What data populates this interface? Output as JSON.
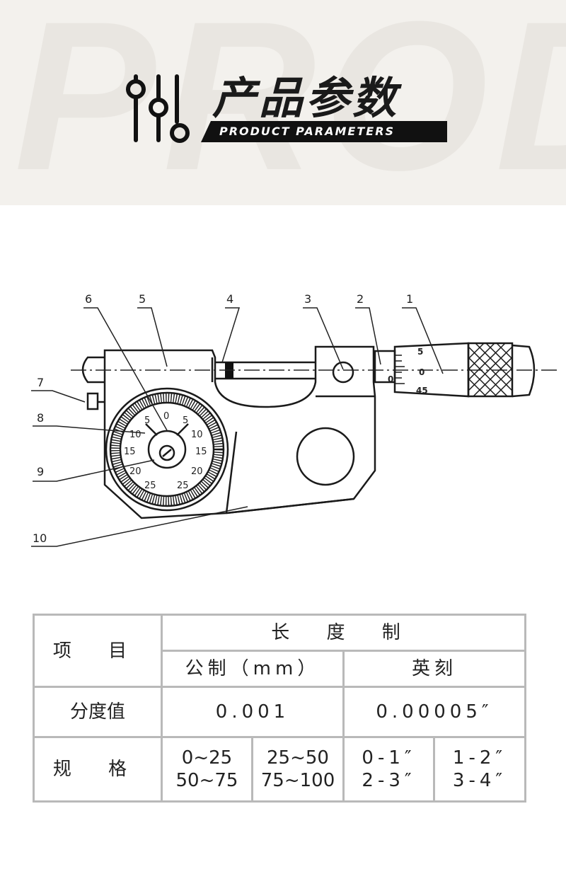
{
  "header": {
    "watermark": "PRODU",
    "title_cn": "产品参数",
    "title_en": "PRODUCT PARAMETERS"
  },
  "diagram": {
    "part_labels": [
      "1",
      "2",
      "3",
      "4",
      "5",
      "6",
      "7",
      "8",
      "9",
      "10"
    ],
    "dial_numbers": [
      "0",
      "5",
      "10",
      "15",
      "20",
      "25",
      "5",
      "10",
      "15",
      "20",
      "25"
    ],
    "thimble_numbers": [
      "5",
      "0",
      "45"
    ],
    "sleeve_zero": "0"
  },
  "table": {
    "item_header": "项 目",
    "length_system": "长 度 制",
    "metric_header": "公制（mm）",
    "imperial_header": "英刻",
    "resolution_label": "分度值",
    "metric_resolution": "0.001",
    "imperial_resolution": "0.00005″",
    "spec_label": "规 格",
    "metric_ranges": [
      [
        "0~25",
        "50~75"
      ],
      [
        "25~50",
        "75~100"
      ]
    ],
    "imperial_ranges": [
      [
        "0-1″",
        "2-3″"
      ],
      [
        "1-2″",
        "3-4″"
      ]
    ]
  }
}
